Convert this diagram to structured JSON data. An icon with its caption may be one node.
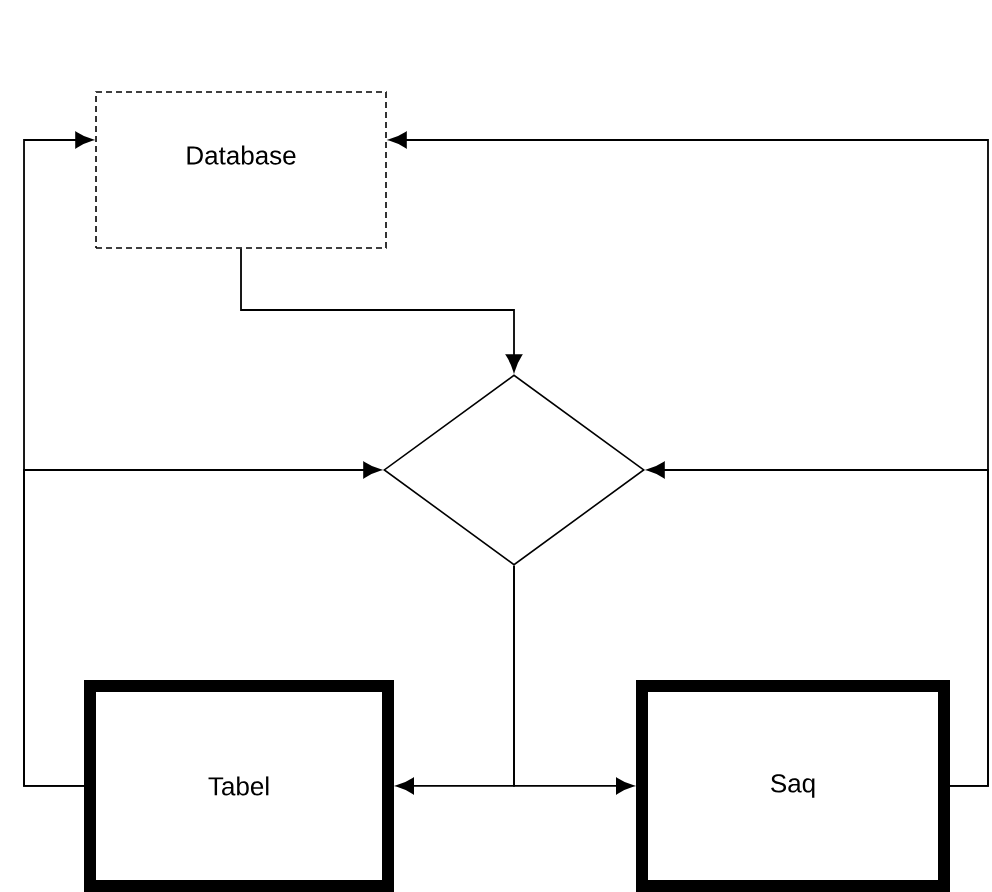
{
  "diagram": {
    "nodes": [
      {
        "text": [
          "Database"
        ]
      },
      {
        "text": [],
        "shape": "diamond"
      },
      {
        "text": [
          "Tabel"
        ]
      },
      {
        "text": [
          "Saq"
        ]
      }
    ],
    "edges": [
      {
        "from": 0,
        "to": 1,
        "arrow": "to"
      },
      {
        "from": 2,
        "to": 0,
        "arrow": "to"
      },
      {
        "from": 2,
        "to": 1,
        "arrow": "to"
      },
      {
        "from": 3,
        "to": 0,
        "arrow": "to"
      },
      {
        "from": 3,
        "to": 1,
        "arrow": "to"
      },
      {
        "from": 1,
        "to": 2,
        "arrow": "to"
      },
      {
        "from": 1,
        "to": 3,
        "arrow": "to"
      }
    ]
  }
}
